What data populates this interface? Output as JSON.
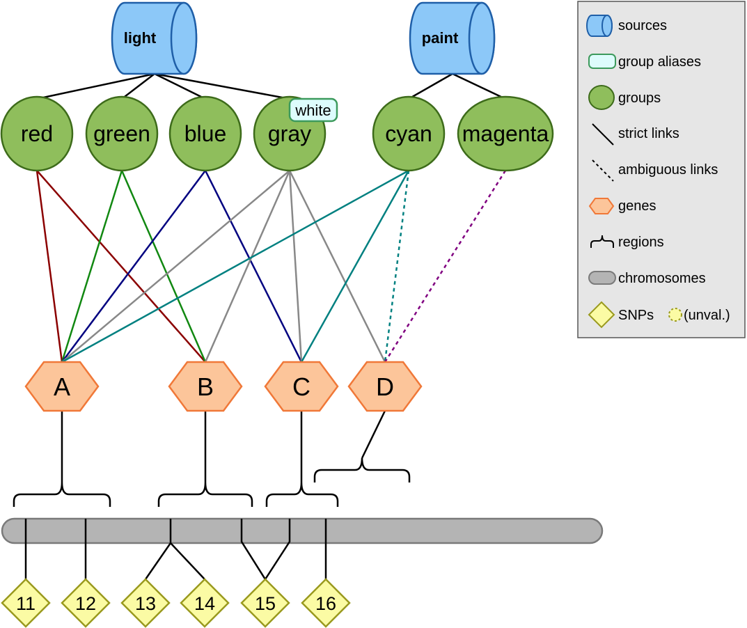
{
  "sources": [
    {
      "id": "light",
      "label": "light"
    },
    {
      "id": "paint",
      "label": "paint"
    }
  ],
  "groups": [
    {
      "id": "red",
      "label": "red",
      "source": "light"
    },
    {
      "id": "green",
      "label": "green",
      "source": "light"
    },
    {
      "id": "blue",
      "label": "blue",
      "source": "light"
    },
    {
      "id": "gray",
      "label": "gray",
      "source": "light",
      "alias": "white"
    },
    {
      "id": "cyan",
      "label": "cyan",
      "source": "paint"
    },
    {
      "id": "magenta",
      "label": "magenta",
      "source": "paint"
    }
  ],
  "genes": [
    {
      "id": "A",
      "label": "A"
    },
    {
      "id": "B",
      "label": "B"
    },
    {
      "id": "C",
      "label": "C"
    },
    {
      "id": "D",
      "label": "D"
    }
  ],
  "links": [
    {
      "group": "red",
      "gene": "A",
      "type": "strict",
      "color": "#8b0000"
    },
    {
      "group": "red",
      "gene": "B",
      "type": "strict",
      "color": "#8b0000"
    },
    {
      "group": "green",
      "gene": "A",
      "type": "strict",
      "color": "#118811"
    },
    {
      "group": "green",
      "gene": "B",
      "type": "strict",
      "color": "#118811"
    },
    {
      "group": "blue",
      "gene": "A",
      "type": "strict",
      "color": "#000080"
    },
    {
      "group": "blue",
      "gene": "C",
      "type": "strict",
      "color": "#000080"
    },
    {
      "group": "gray",
      "gene": "A",
      "type": "strict",
      "color": "#888888"
    },
    {
      "group": "gray",
      "gene": "B",
      "type": "strict",
      "color": "#888888"
    },
    {
      "group": "gray",
      "gene": "C",
      "type": "strict",
      "color": "#888888"
    },
    {
      "group": "gray",
      "gene": "D",
      "type": "strict",
      "color": "#888888"
    },
    {
      "group": "cyan",
      "gene": "A",
      "type": "strict",
      "color": "#008080"
    },
    {
      "group": "cyan",
      "gene": "C",
      "type": "strict",
      "color": "#008080"
    },
    {
      "group": "cyan",
      "gene": "D",
      "type": "ambiguous",
      "color": "#008080"
    },
    {
      "group": "magenta",
      "gene": "D",
      "type": "ambiguous",
      "color": "#800080"
    }
  ],
  "snps": [
    {
      "label": "11"
    },
    {
      "label": "12"
    },
    {
      "label": "13"
    },
    {
      "label": "14"
    },
    {
      "label": "15"
    },
    {
      "label": "16"
    }
  ],
  "legend": {
    "sources": "sources",
    "group_aliases": "group aliases",
    "groups": "groups",
    "strict_links": "strict links",
    "ambiguous_links": "ambiguous links",
    "genes": "genes",
    "regions": "regions",
    "chromosomes": "chromosomes",
    "snps": "SNPs",
    "unvalidated": "(unval.)"
  },
  "colors": {
    "source_fill": "#8cc8f8",
    "source_stroke": "#1f5fa8",
    "group_fill": "#8fbe5c",
    "group_stroke": "#3d6b1a",
    "alias_fill": "#ddfcfc",
    "alias_stroke": "#3c9a5c",
    "gene_fill": "#fcc59a",
    "gene_stroke": "#f07838",
    "chromosome_fill": "#b4b4b4",
    "chromosome_stroke": "#7a7a7a",
    "snp_fill": "#fbfba4",
    "snp_stroke": "#9a9a1e",
    "legend_fill": "#e6e6e6"
  }
}
